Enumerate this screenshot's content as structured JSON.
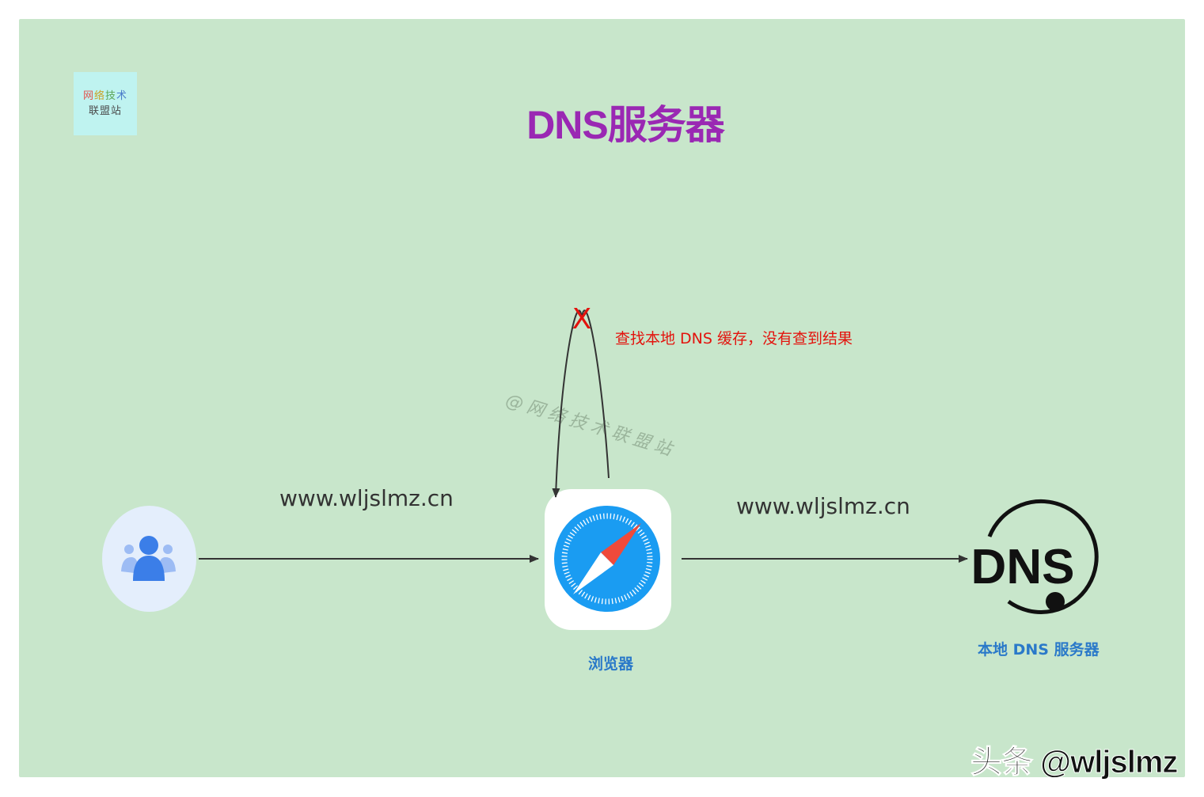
{
  "logo": {
    "line1": [
      "网",
      "络",
      "技",
      "术"
    ],
    "line2": "联盟站"
  },
  "title": "DNS服务器",
  "flow": {
    "url_1": "www.wljslmz.cn",
    "url_2": "www.wljslmz.cn",
    "cache_note": "查找本地 DNS 缓存，没有查到结果",
    "cross_mark": "X"
  },
  "nodes": {
    "user": {
      "icon": "users-icon"
    },
    "browser": {
      "icon": "safari-compass-icon",
      "label": "浏览器"
    },
    "dns_server": {
      "icon": "dns-icon",
      "icon_text": "DNS",
      "label": "本地 DNS 服务器"
    }
  },
  "watermark": "@网络技术联盟站",
  "footer": "头条 @wljslmz",
  "colors": {
    "background": "#c8e6cb",
    "title": "#9a28b3",
    "note": "#e3130d",
    "label": "#2a79c9",
    "user_icon": "#3b7ee8"
  }
}
